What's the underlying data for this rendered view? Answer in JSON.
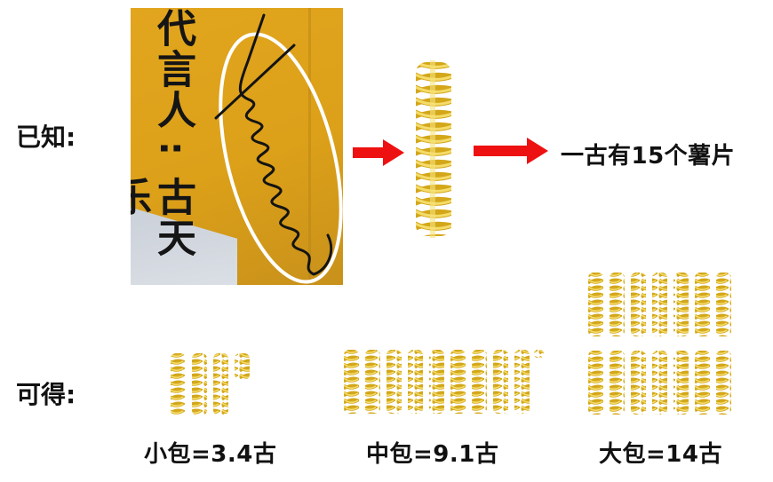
{
  "known_label": "已知:",
  "result_label": "可得:",
  "photo": {
    "vertical_text_top": "代言人",
    "vertical_colon": ":",
    "vertical_text_bottom": "古天乐",
    "accent_color": "#dca019"
  },
  "statement": "一古有15个薯片",
  "packs": {
    "small": "小包=3.4古",
    "medium": "中包=9.1古",
    "large": "大包=14古"
  },
  "values": {
    "small_gu": 3.4,
    "medium_gu": 9.1,
    "large_gu": 14
  },
  "colors": {
    "arrow": "#ee1111",
    "chip": "#f2d04a",
    "chip_edge": "#d3a719",
    "ellipse": "#ffffff"
  },
  "icons": [
    "signature-icon",
    "arrow-right-icon",
    "spiral-chip-icon"
  ]
}
